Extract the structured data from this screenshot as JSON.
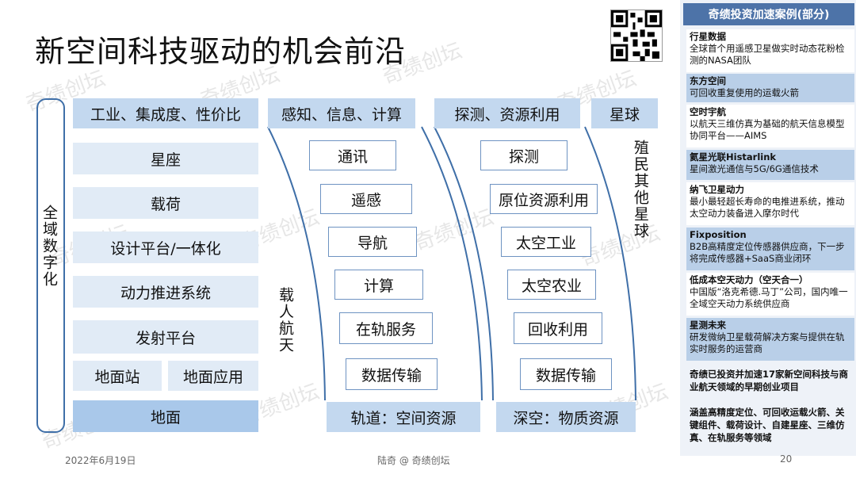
{
  "title": "新空间科技驱动的机会前沿",
  "watermark": "奇绩创坛",
  "left_label": "全域数字化",
  "columns": {
    "industry": {
      "header": "工业、集成度、性价比",
      "items": [
        "星座",
        "载荷",
        "设计平台/一体化",
        "动力推进系统",
        "发射平台"
      ],
      "ground_station": "地面站",
      "ground_app": "地面应用",
      "footer": "地面"
    },
    "orbit": {
      "header": "感知、信息、计算",
      "items": [
        "通讯",
        "遥感",
        "导航",
        "计算",
        "在轨服务",
        "数据传输"
      ],
      "side_label": "载人航天",
      "footer": "轨道：空间资源"
    },
    "deep": {
      "header": "探测、资源利用",
      "items": [
        "探测",
        "原位资源利用",
        "太空工业",
        "太空农业",
        "回收利用",
        "数据传输"
      ],
      "footer": "深空：物质资源"
    },
    "planet": {
      "header": "星球",
      "label": "殖民其他星球"
    }
  },
  "sidebar": {
    "header": "奇绩投资加速案例(部分)",
    "cases": [
      {
        "name": "行星数据",
        "desc": "全球首个用遥感卫星做实时动态花粉检测的NASA团队",
        "style": "white"
      },
      {
        "name": "东方空间",
        "desc": "可回收重复使用的运载火箭",
        "style": "blue"
      },
      {
        "name": "空时宇航",
        "desc": "以航天三维仿真为基础的航天信息模型协同平台——AIMS",
        "style": "white"
      },
      {
        "name": "氦星光联Histarlink",
        "desc": "星间激光通信与5G/6G通信技术",
        "style": "blue"
      },
      {
        "name": "纳飞卫星动力",
        "desc": "最小最轻超长寿命的电推进系统，推动太空动力装备进入摩尔时代",
        "style": "white"
      },
      {
        "name": "Fixposition",
        "desc": "B2B高精度定位传感器供应商，下一步将完成传感器+SaaS商业闭环",
        "style": "blue"
      },
      {
        "name": "低成本空天动力（空天合一）",
        "desc": "中国版“洛克希德.马丁”公司，国内唯一全域空天动力系统供应商",
        "style": "white"
      },
      {
        "name": "星测未来",
        "desc": "研发微纳卫星载荷解决方案与提供在轨实时服务的运营商",
        "style": "blue"
      }
    ],
    "summary1": "奇绩已投资并加速17家新空间科技与商业航天领域的早期创业项目",
    "summary2": "涵盖高精度定位、可回收运载火箭、关键组件、载荷设计、自建星座、三维仿真、在轨服务等领域"
  },
  "footer": {
    "date": "2022年6月19日",
    "author": "陆奇 @ 奇绩创坛",
    "page": "20"
  },
  "colors": {
    "header_blue": "#c3d8ef",
    "cell_blue": "#e1ebf6",
    "outline_blue": "#3f6fa8",
    "sidebar_header": "#4d73a8"
  }
}
